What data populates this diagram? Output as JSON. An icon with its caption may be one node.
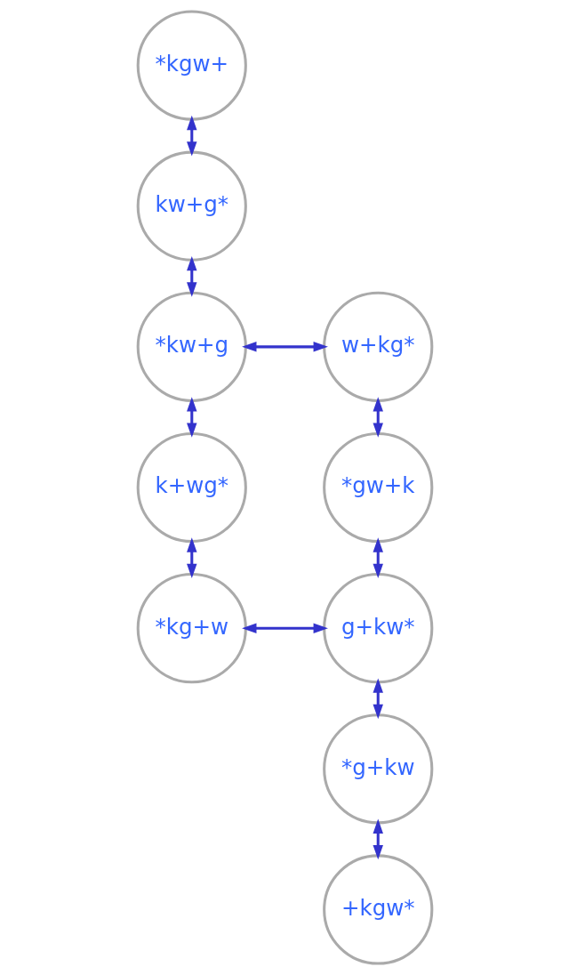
{
  "diagram": {
    "nodes": [
      {
        "text": [
          "*kgw+"
        ]
      },
      {
        "text": [
          "kw+g*"
        ]
      },
      {
        "text": [
          "*kw+g"
        ]
      },
      {
        "text": [
          "w+kg*"
        ]
      },
      {
        "text": [
          "k+wg*"
        ]
      },
      {
        "text": [
          "*gw+k"
        ]
      },
      {
        "text": [
          "*kg+w"
        ]
      },
      {
        "text": [
          "g+kw*"
        ]
      },
      {
        "text": [
          "*g+kw"
        ]
      },
      {
        "text": [
          "+kgw*"
        ]
      }
    ],
    "edges": [
      {
        "from": 0,
        "to": 1,
        "arrow": "both"
      },
      {
        "from": 1,
        "to": 2,
        "arrow": "both"
      },
      {
        "from": 2,
        "to": 3,
        "arrow": "both"
      },
      {
        "from": 2,
        "to": 4,
        "arrow": "both"
      },
      {
        "from": 3,
        "to": 5,
        "arrow": "both"
      },
      {
        "from": 4,
        "to": 6,
        "arrow": "both"
      },
      {
        "from": 5,
        "to": 7,
        "arrow": "both"
      },
      {
        "from": 6,
        "to": 7,
        "arrow": "both"
      },
      {
        "from": 7,
        "to": 8,
        "arrow": "both"
      },
      {
        "from": 8,
        "to": 9,
        "arrow": "both"
      }
    ]
  }
}
